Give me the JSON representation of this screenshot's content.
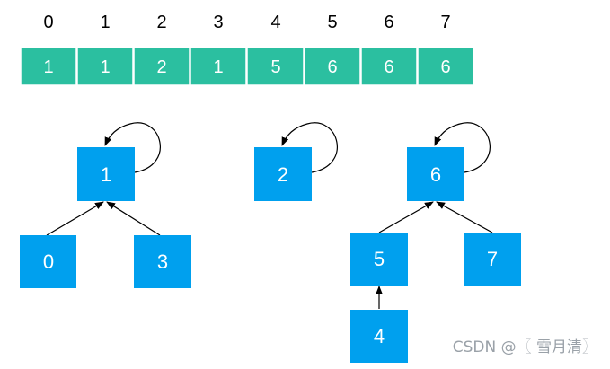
{
  "array": {
    "indices": [
      "0",
      "1",
      "2",
      "3",
      "4",
      "5",
      "6",
      "7"
    ],
    "values": [
      "1",
      "1",
      "2",
      "1",
      "5",
      "6",
      "6",
      "6"
    ]
  },
  "tree": {
    "nodes": [
      "1",
      "2",
      "6",
      "0",
      "3",
      "5",
      "7",
      "4"
    ]
  },
  "watermark": "CSDN @〖 雪月清〗",
  "colors": {
    "array_cell": "#2bbfa0",
    "node": "#00a0ee",
    "text_on_color": "#ffffff",
    "edge": "#000000"
  }
}
